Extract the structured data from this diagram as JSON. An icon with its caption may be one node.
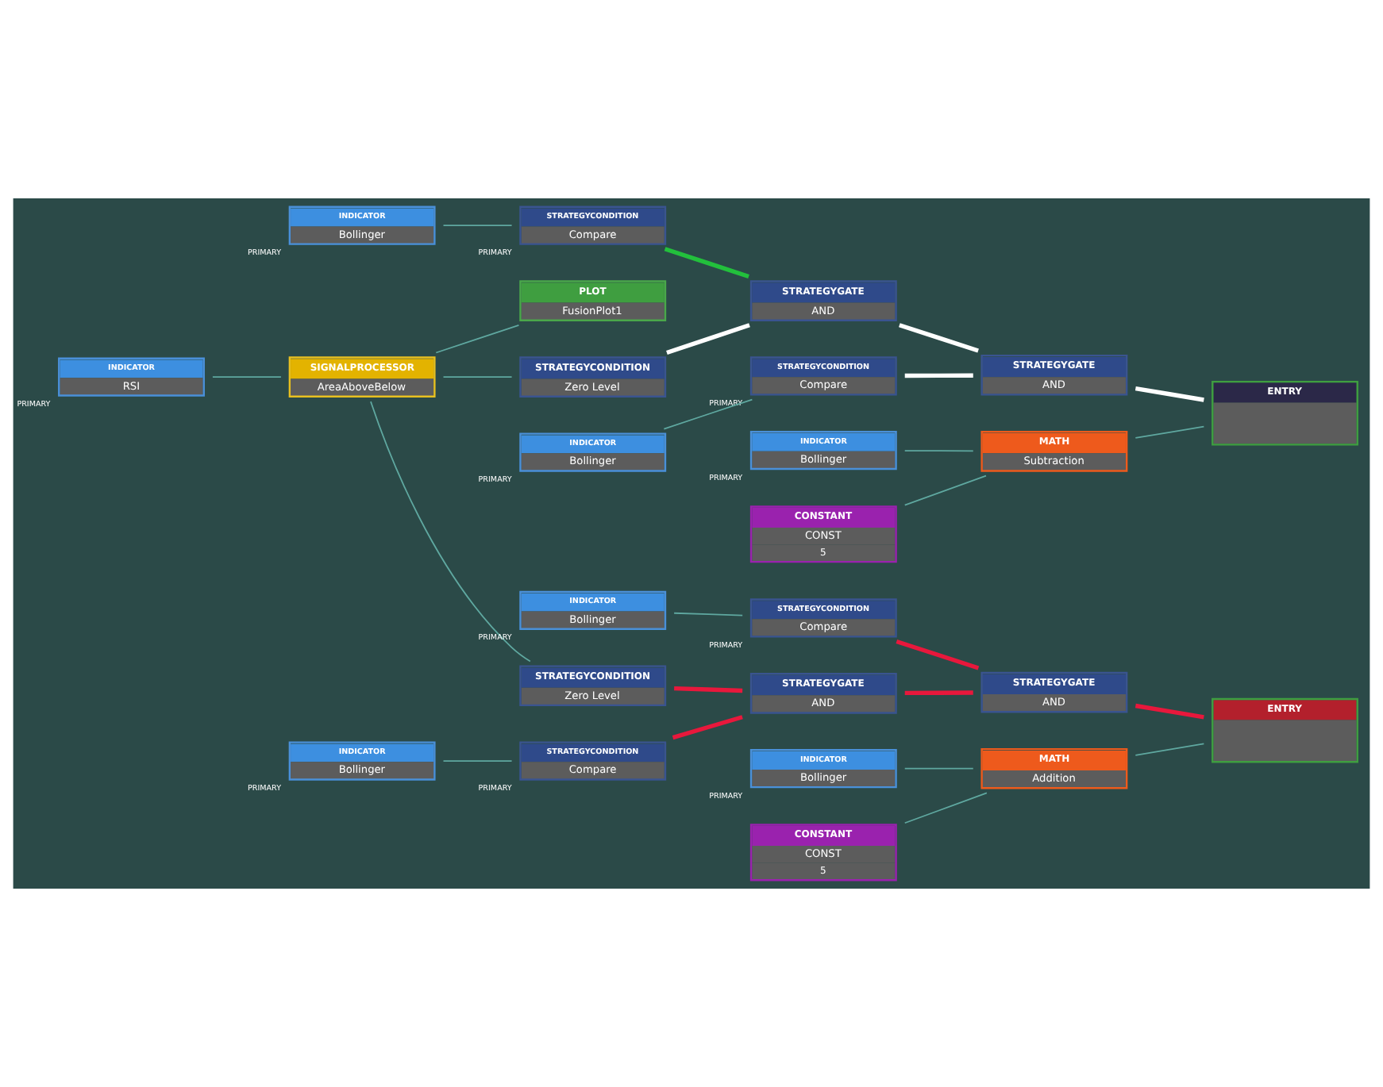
{
  "diagram": {
    "nodes": [
      {
        "text": [
          "INDICATOR",
          "RSI"
        ],
        "beside": [
          "PRIMARY"
        ]
      },
      {
        "text": [
          "SIGNALPROCESSOR",
          "AreaAboveBelow"
        ]
      },
      {
        "text": [
          "PLOT",
          "FusionPlot1"
        ]
      },
      {
        "text": [
          "STRATEGYCONDITION",
          "Zero Level"
        ]
      },
      {
        "text": [
          "INDICATOR",
          "Bollinger"
        ],
        "beside": [
          "PRIMARY"
        ]
      },
      {
        "text": [
          "STRATEGYCONDITION",
          "Compare"
        ],
        "beside": [
          "PRIMARY"
        ]
      },
      {
        "text": [
          "STRATEGYGATE",
          "AND"
        ]
      },
      {
        "text": [
          "STRATEGYGATE",
          "AND"
        ]
      },
      {
        "text": [
          "INDICATOR",
          "Bollinger"
        ],
        "beside": [
          "PRIMARY"
        ]
      },
      {
        "text": [
          "STRATEGYCONDITION",
          "Compare"
        ],
        "beside": [
          "PRIMARY"
        ]
      },
      {
        "text": [
          "ENTRY"
        ]
      },
      {
        "text": [
          "INDICATOR",
          "Bollinger"
        ],
        "beside": [
          "PRIMARY"
        ]
      },
      {
        "text": [
          "CONSTANT",
          "CONST",
          "5"
        ]
      },
      {
        "text": [
          "MATH",
          "Subtraction"
        ]
      },
      {
        "text": [
          "STRATEGYCONDITION",
          "Zero Level"
        ]
      },
      {
        "text": [
          "STRATEGYGATE",
          "AND"
        ]
      },
      {
        "text": [
          "INDICATOR",
          "Bollinger"
        ],
        "beside": [
          "PRIMARY"
        ]
      },
      {
        "text": [
          "STRATEGYCONDITION",
          "Compare"
        ],
        "beside": [
          "PRIMARY"
        ]
      },
      {
        "text": [
          "STRATEGYGATE",
          "AND"
        ]
      },
      {
        "text": [
          "INDICATOR",
          "Bollinger"
        ],
        "beside": [
          "PRIMARY"
        ]
      },
      {
        "text": [
          "STRATEGYCONDITION",
          "Compare"
        ],
        "beside": [
          "PRIMARY"
        ]
      },
      {
        "text": [
          "ENTRY"
        ]
      },
      {
        "text": [
          "INDICATOR",
          "Bollinger"
        ],
        "beside": [
          "PRIMARY"
        ]
      },
      {
        "text": [
          "MATH",
          "Addition"
        ]
      },
      {
        "text": [
          "CONSTANT",
          "CONST",
          "5"
        ]
      }
    ],
    "edges": [
      {
        "from": 0,
        "to": 1,
        "arrow": "none"
      },
      {
        "from": 1,
        "to": 2,
        "arrow": "none"
      },
      {
        "from": 1,
        "to": 3,
        "arrow": "none"
      },
      {
        "from": 1,
        "to": 14,
        "arrow": "none"
      },
      {
        "from": 4,
        "to": 5,
        "arrow": "none"
      },
      {
        "from": 8,
        "to": 9,
        "arrow": "none"
      },
      {
        "from": 3,
        "to": 6,
        "arrow": "none",
        "style": "thick",
        "color": "#ffffff"
      },
      {
        "from": 5,
        "to": 6,
        "arrow": "none",
        "style": "thick",
        "color": "#22c03c"
      },
      {
        "from": 6,
        "to": 7,
        "arrow": "none",
        "style": "thick",
        "color": "#ffffff"
      },
      {
        "from": 9,
        "to": 7,
        "arrow": "none",
        "style": "thick",
        "color": "#ffffff"
      },
      {
        "from": 7,
        "to": 10,
        "arrow": "none",
        "style": "thick",
        "color": "#ffffff"
      },
      {
        "from": 11,
        "to": 13,
        "arrow": "none"
      },
      {
        "from": 12,
        "to": 13,
        "arrow": "none"
      },
      {
        "from": 13,
        "to": 10,
        "arrow": "none"
      },
      {
        "from": 14,
        "to": 15,
        "arrow": "none",
        "style": "thick",
        "color": "#e8183c"
      },
      {
        "from": 16,
        "to": 17,
        "arrow": "none"
      },
      {
        "from": 17,
        "to": 15,
        "arrow": "none",
        "style": "thick",
        "color": "#e8183c"
      },
      {
        "from": 15,
        "to": 18,
        "arrow": "none",
        "style": "thick",
        "color": "#e8183c"
      },
      {
        "from": 19,
        "to": 20,
        "arrow": "none"
      },
      {
        "from": 20,
        "to": 18,
        "arrow": "none",
        "style": "thick",
        "color": "#e8183c"
      },
      {
        "from": 18,
        "to": 21,
        "arrow": "none",
        "style": "thick",
        "color": "#e8183c"
      },
      {
        "from": 22,
        "to": 23,
        "arrow": "none"
      },
      {
        "from": 24,
        "to": 23,
        "arrow": "none"
      },
      {
        "from": 23,
        "to": 21,
        "arrow": "none"
      }
    ]
  }
}
